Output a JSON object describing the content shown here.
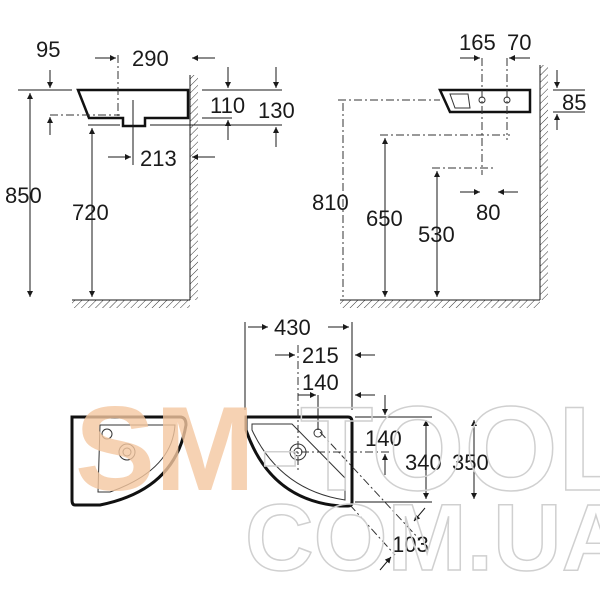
{
  "watermark": {
    "line1_orange": "SM",
    "line1_rest": "-TOOLS",
    "line2": "COM.UA",
    "orange": "#f4c7a0",
    "outline": "#d0d0d0"
  },
  "side_view": {
    "d95": "95",
    "d290": "290",
    "d110": "110",
    "d130": "130",
    "d213": "213",
    "d850": "850",
    "d720": "720"
  },
  "front_view": {
    "d165": "165",
    "d70": "70",
    "d85": "85",
    "d810": "810",
    "d650": "650",
    "d530": "530",
    "d80": "80"
  },
  "top_view": {
    "d430": "430",
    "d215": "215",
    "d140_top": "140",
    "d140_right": "140",
    "d340": "340",
    "d350": "350",
    "d103": "103"
  }
}
